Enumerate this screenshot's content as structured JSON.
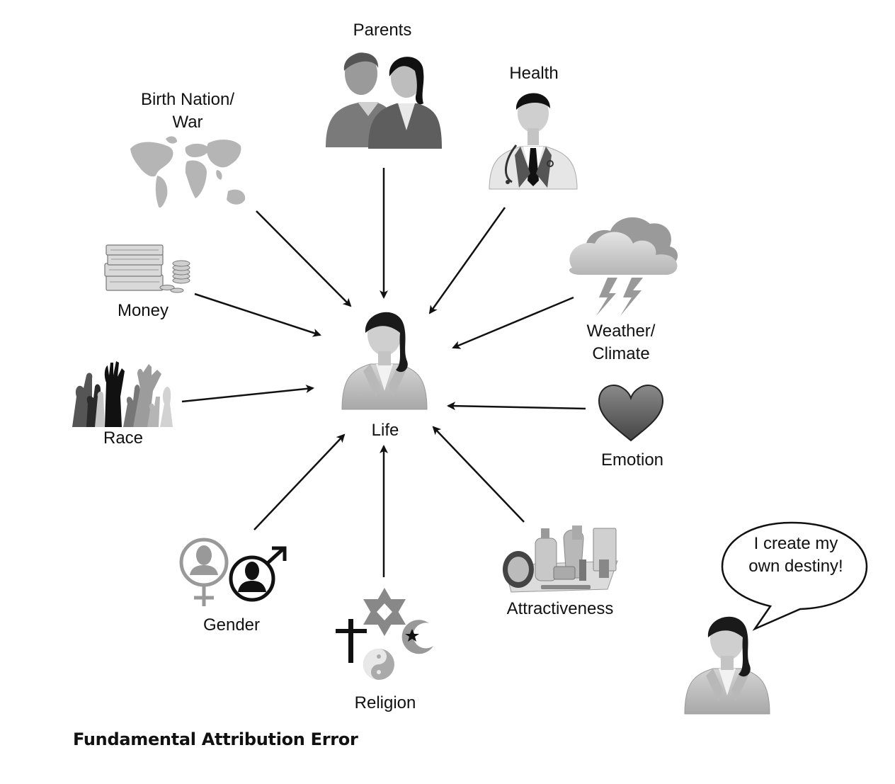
{
  "center": {
    "label": "Life"
  },
  "factors": {
    "parents": "Parents",
    "health": "Health",
    "birth_nation": "Birth Nation/ War",
    "money": "Money",
    "weather": "Weather/ Climate",
    "race": "Race",
    "emotion": "Emotion",
    "gender": "Gender",
    "religion": "Religion",
    "attractiveness": "Attractiveness"
  },
  "speech_bubble": {
    "text": "I create my own destiny!"
  },
  "caption": "Fundamental Attribution Error",
  "colors": {
    "arrow": "#111111",
    "figure_dark": "#2a2a2a",
    "figure_mid": "#8c8c8c",
    "figure_light": "#c9c9c9"
  }
}
